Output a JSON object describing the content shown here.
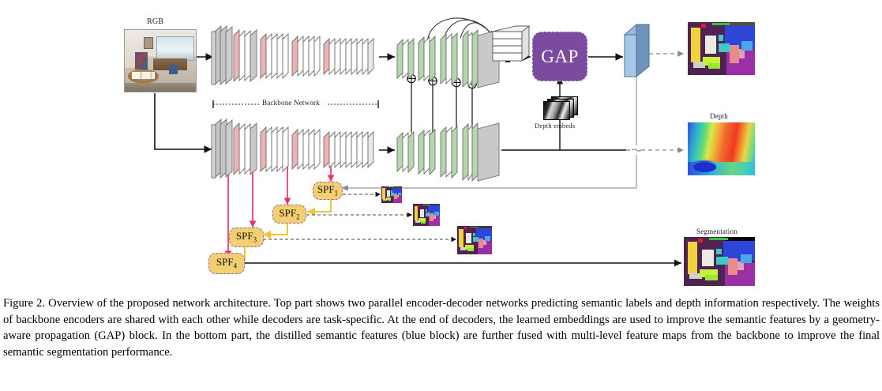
{
  "figure": {
    "caption": "Figure 2. Overview of the proposed network architecture. Top part shows two parallel encoder-decoder networks predicting semantic labels and depth information respectively. The weights of backbone encoders are shared with each other while decoders are task-specific. At the end of decoders, the learned embeddings are used to improve the semantic features by a geometry-aware propagation (GAP) block. In the bottom part, the distilled semantic features (blue block) are further fused with multi-level feature maps from the backbone to improve the final semantic segmentation performance.",
    "number": "Figure 2."
  },
  "labels": {
    "rgb": "RGB",
    "backbone": "Backbone Network",
    "gap": "GAP",
    "depth_embeds": "Depth embeds",
    "depth": "Depth",
    "segmentation": "Segmentation"
  },
  "spf_blocks": [
    {
      "id": "spf1",
      "name": "SPF",
      "subscript": "1"
    },
    {
      "id": "spf2",
      "name": "SPF",
      "subscript": "2"
    },
    {
      "id": "spf3",
      "name": "SPF",
      "subscript": "3"
    },
    {
      "id": "spf4",
      "name": "SPF",
      "subscript": "4"
    }
  ],
  "operators": {
    "sum_symbol": "⊕",
    "count": 4
  },
  "colors": {
    "gap_fill": "#7a4b9e",
    "gap_border": "#c9b3dd",
    "spf_fill": "#f3cf72",
    "spf_border": "#8a6fbe",
    "encoder_pink": "#f0b3b3",
    "encoder_white": "#ffffff",
    "encoder_gray": "#bfbfbf",
    "decoder_green": "#b6d7ad",
    "distilled_blue": "#a6c8e8",
    "skip_pink_line": "#e8336e",
    "spf_link_yellow": "#f0c432",
    "line_black": "#111111",
    "line_gray": "#9a9a9a"
  },
  "branches": [
    {
      "id": "semantic-branch",
      "name": "semantic encoder-decoder",
      "output": "Segmentation"
    },
    {
      "id": "depth-branch",
      "name": "depth encoder-decoder",
      "output": "Depth"
    }
  ],
  "previews": [
    {
      "id": "seg-preview-1",
      "from": "SPF1"
    },
    {
      "id": "seg-preview-2",
      "from": "SPF2"
    },
    {
      "id": "seg-preview-3",
      "from": "SPF3"
    }
  ]
}
